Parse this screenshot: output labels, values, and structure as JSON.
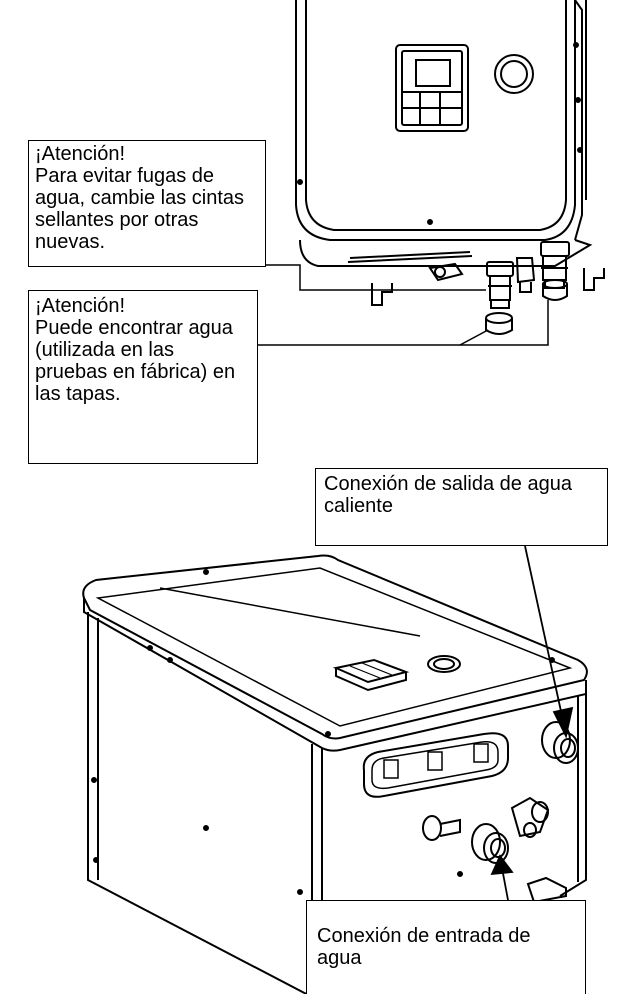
{
  "callouts": {
    "seal_warning": {
      "title": "¡Atención!",
      "text": "Para evitar fugas de agua, cambie las cintas sellantes por otras nuevas."
    },
    "cap_warning": {
      "title": "¡Atención!",
      "text": "Puede encontrar agua (utilizada en las pruebas en fábrica) en las tapas."
    },
    "hot_outlet": {
      "text": "Conexión de salida de agua caliente"
    },
    "water_inlet": {
      "text": "Conexión de entrada de agua"
    }
  },
  "colors": {
    "line": "#000000",
    "background": "#ffffff",
    "shade": "#555555"
  }
}
